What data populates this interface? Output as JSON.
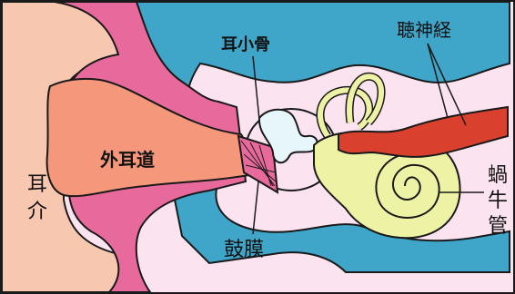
{
  "labels": {
    "outer_ear": "耳\n介",
    "ear_canal": "外耳道",
    "ossicles": "耳小骨",
    "eardrum": "鼓膜",
    "auditory_nerve": "聴神経",
    "cochlea": "蝸\n牛\n管"
  },
  "colors": {
    "outline": "#1a1a1a",
    "skin_pale": "#f8c7b0",
    "canal_salmon": "#f5977a",
    "pink_tissue": "#e8699b",
    "blue_bone": "#3fa6c9",
    "inner_pink": "#fbe3ef",
    "cochlea_yellow": "#eef2a4",
    "nerve_red": "#d9412e",
    "ossicle_light": "#e6f6fb"
  }
}
